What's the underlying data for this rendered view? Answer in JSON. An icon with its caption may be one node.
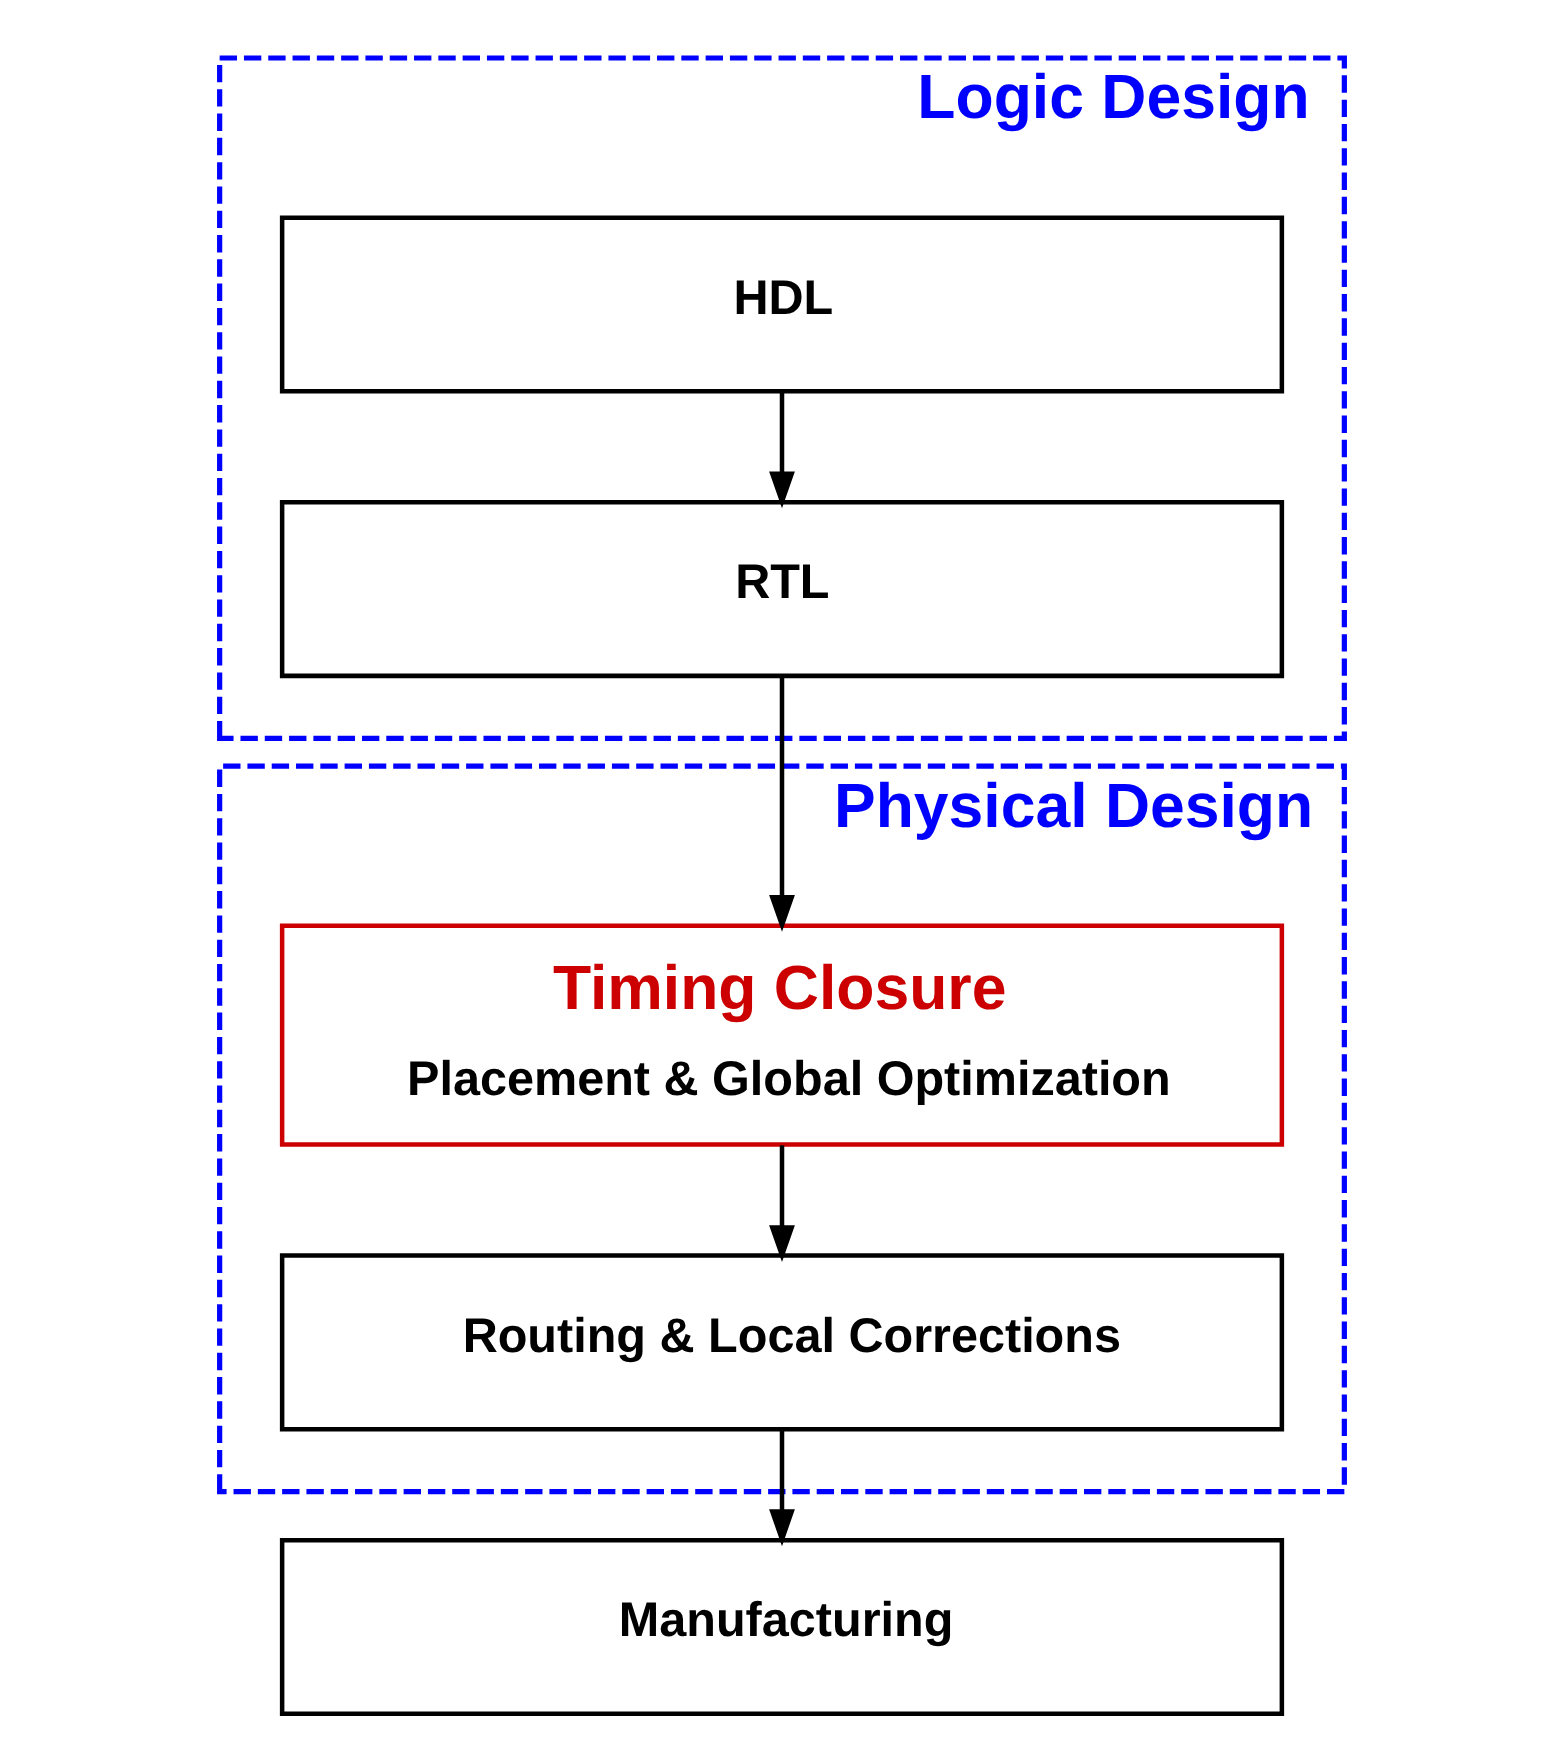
{
  "diagram": {
    "nodes": [
      {
        "text": [
          "Logic Design"
        ]
      },
      {
        "text": [
          "HDL"
        ],
        "in": 0
      },
      {
        "text": [
          "RTL"
        ],
        "in": 0
      },
      {
        "text": [
          "Physical Design"
        ]
      },
      {
        "text": [
          "Timing Closure",
          "Placement & Global Optimization"
        ],
        "in": 3
      },
      {
        "text": [
          "Routing & Local Corrections"
        ],
        "in": 3
      },
      {
        "text": [
          "Manufacturing"
        ]
      }
    ],
    "edges": [
      {
        "from": 1,
        "to": 2,
        "arrow": "to"
      },
      {
        "from": 2,
        "to": 4,
        "arrow": "to"
      },
      {
        "from": 4,
        "to": 5,
        "arrow": "to"
      },
      {
        "from": 5,
        "to": 6,
        "arrow": "to"
      }
    ]
  }
}
